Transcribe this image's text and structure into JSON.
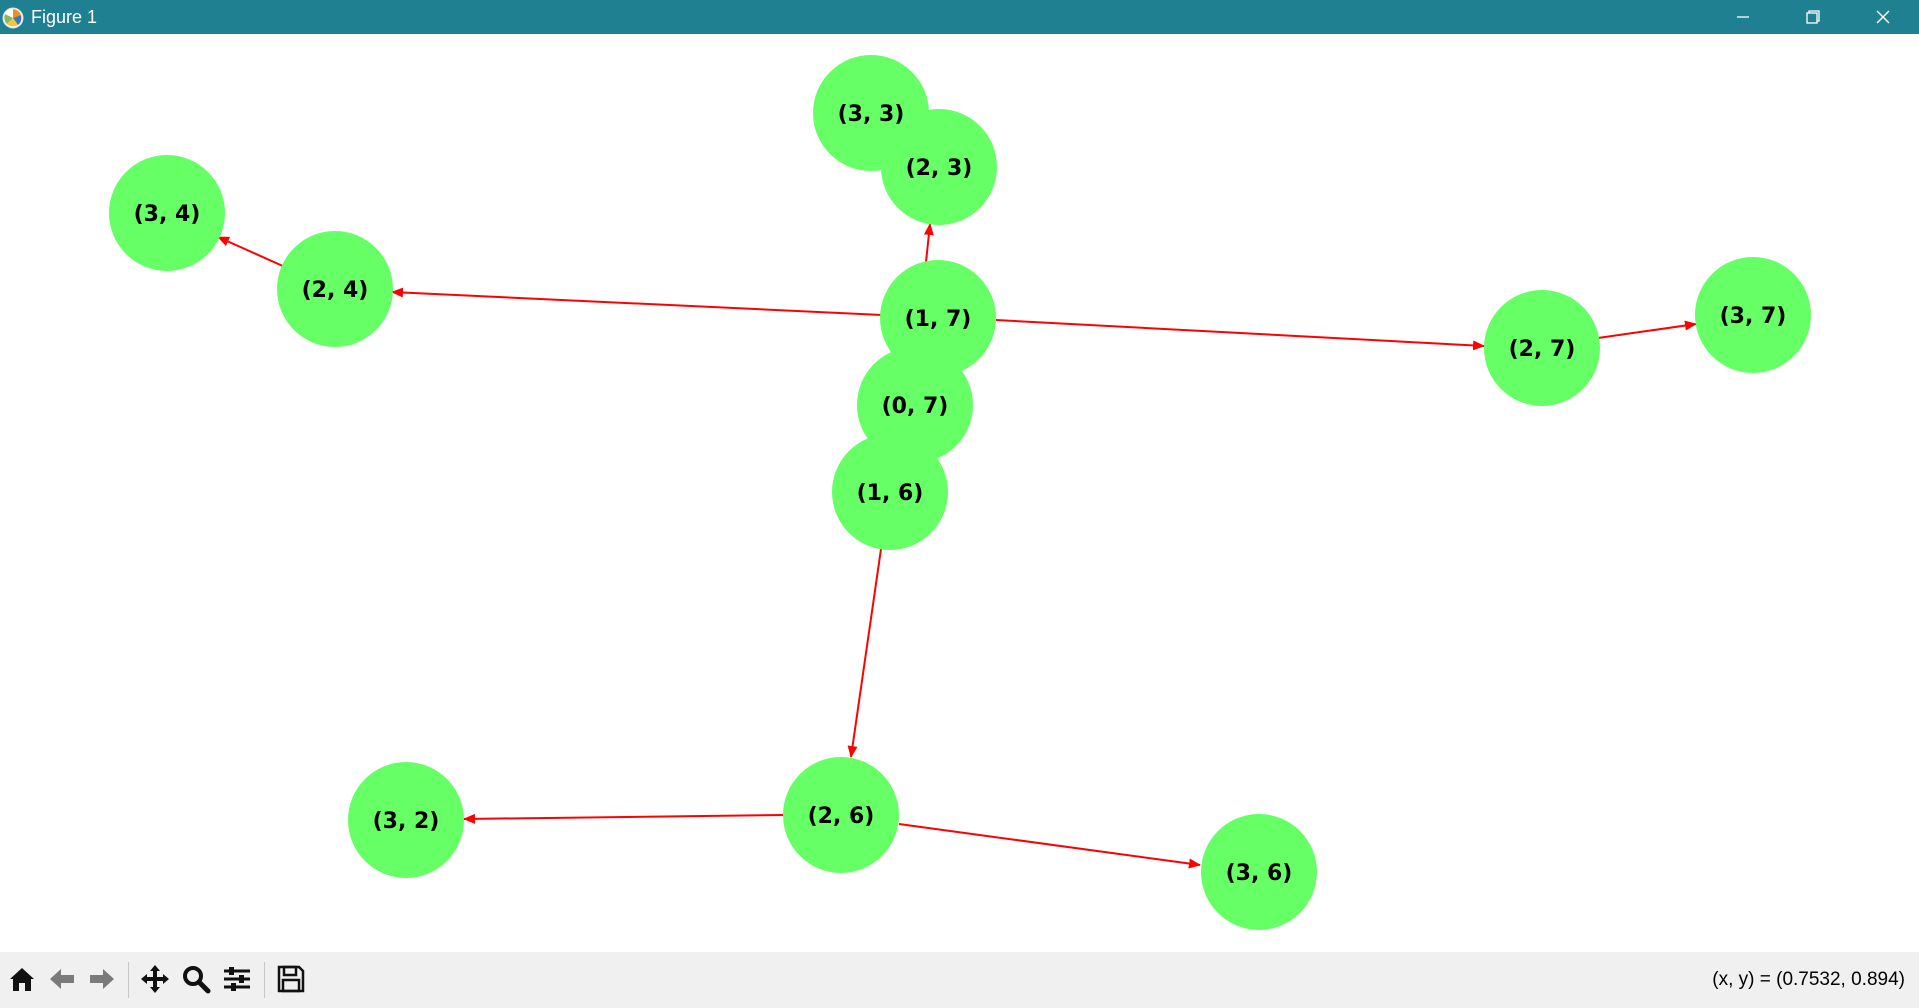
{
  "window": {
    "title": "Figure 1",
    "controls": [
      "minimize",
      "restore",
      "close"
    ]
  },
  "toolbar": {
    "buttons": [
      {
        "name": "home",
        "icon": "home-icon"
      },
      {
        "name": "back",
        "icon": "arrow-left-icon"
      },
      {
        "name": "forward",
        "icon": "arrow-right-icon"
      },
      {
        "name": "pan",
        "icon": "move-icon"
      },
      {
        "name": "zoom",
        "icon": "magnifier-icon"
      },
      {
        "name": "configure-subplots",
        "icon": "sliders-icon"
      },
      {
        "name": "save",
        "icon": "floppy-disk-icon"
      }
    ],
    "coordinates": "(x, y) = (0.7532, 0.894)"
  },
  "graph": {
    "node_color": "#66ff66",
    "edge_color": "#ff0000",
    "nodes": [
      "(3, 3)",
      "(2, 3)",
      "(3, 4)",
      "(2, 4)",
      "(1, 7)",
      "(2, 7)",
      "(3, 7)",
      "(0, 7)",
      "(1, 6)",
      "(2, 6)",
      "(3, 2)",
      "(3, 6)"
    ],
    "edges": [
      [
        "(1, 7)",
        "(2, 3)"
      ],
      [
        "(1, 7)",
        "(2, 4)"
      ],
      [
        "(1, 7)",
        "(2, 7)"
      ],
      [
        "(2, 4)",
        "(3, 4)"
      ],
      [
        "(2, 7)",
        "(3, 7)"
      ],
      [
        "(1, 6)",
        "(2, 6)"
      ],
      [
        "(2, 6)",
        "(3, 2)"
      ],
      [
        "(2, 6)",
        "(3, 6)"
      ]
    ]
  }
}
